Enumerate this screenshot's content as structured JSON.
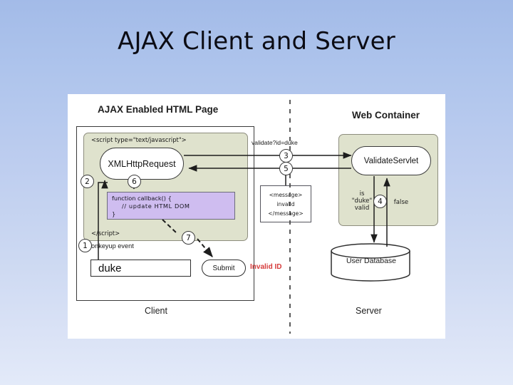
{
  "slide": {
    "title": "AJAX Client and Server",
    "background_top": "#a3bbe8",
    "background_bottom": "#e3eaf9",
    "panel_background": "#ffffff"
  },
  "diagram": {
    "client": {
      "heading": "AJAX Enabled HTML Page",
      "footer_label": "Client",
      "script_open_tag": "<script type=\"text/javascript\">",
      "script_close_tag": "</script>",
      "xhr_label": "XMLHttpRequest",
      "callback": {
        "line1": "function callback() {",
        "line2": "// update HTML DOM",
        "line3": "}",
        "fill": "#cfbdf0"
      },
      "event_label": "onkeyup event",
      "input_value": "duke",
      "submit_label": "Submit",
      "error_label": "Invalid ID",
      "error_color": "#d63a3a"
    },
    "server": {
      "heading": "Web Container",
      "footer_label": "Server",
      "servlet_label": "ValidateServlet",
      "database_label": "User Database",
      "condition_label_line1": "is",
      "condition_label_line2": "\"duke\"",
      "condition_label_line3": "valid",
      "result_label": "false",
      "container_fill": "#dfe2cd"
    },
    "wire": {
      "request_label": "validate?id=duke",
      "message_open_tag": "<message>",
      "message_body": "invalid",
      "message_close_tag": "</message>"
    },
    "steps": [
      {
        "id": "step-1",
        "number": "1"
      },
      {
        "id": "step-2",
        "number": "2"
      },
      {
        "id": "step-3",
        "number": "3"
      },
      {
        "id": "step-4",
        "number": "4"
      },
      {
        "id": "step-5",
        "number": "5"
      },
      {
        "id": "step-6",
        "number": "6"
      },
      {
        "id": "step-7",
        "number": "7"
      }
    ]
  }
}
